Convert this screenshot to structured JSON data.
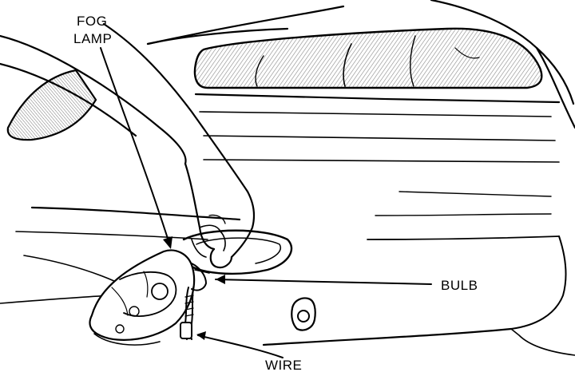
{
  "labels": {
    "fog_lamp_line1": "FOG",
    "fog_lamp_line2": "LAMP",
    "bulb": "BULB",
    "wire": "WIRE"
  },
  "colors": {
    "ink": "#000000",
    "paper": "#ffffff",
    "lens_hatch": "#9a9a9a"
  }
}
